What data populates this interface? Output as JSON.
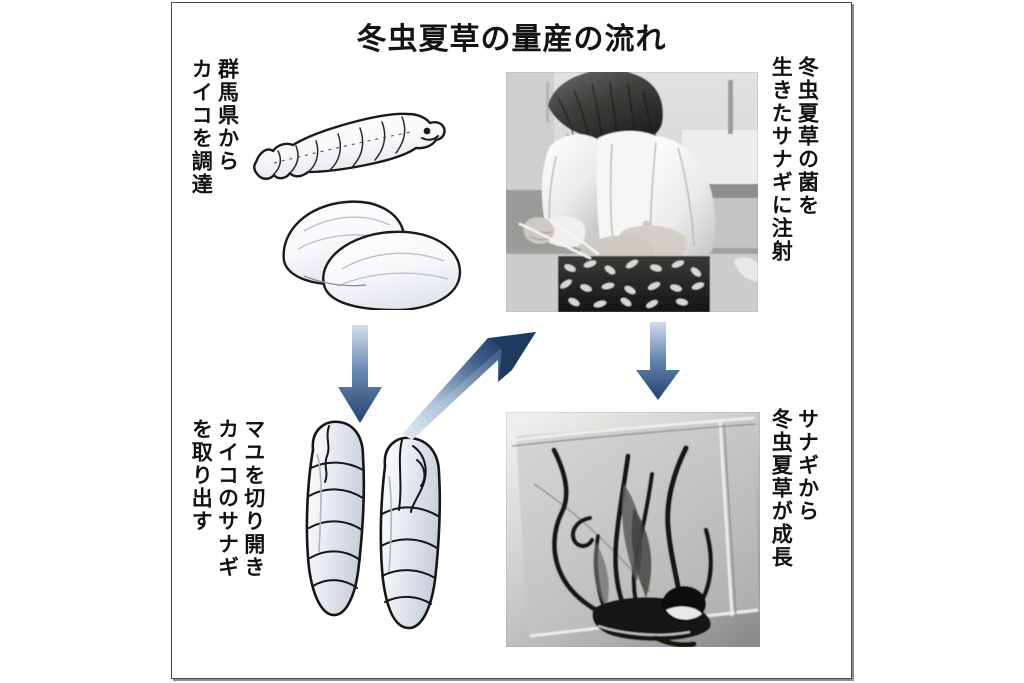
{
  "title": "冬虫夏草の量産の流れ",
  "frame": {
    "border_color": "#4a4a4a",
    "background": "#ffffff"
  },
  "accent_colors": {
    "arrow_dark": "#23416b",
    "arrow_light": "#c8d7ea",
    "text": "#121212",
    "illustration_fill": "#f2f4f7",
    "illustration_shade": "#c8cfda",
    "illustration_outline": "#1a1a1a"
  },
  "steps": [
    {
      "id": "procure",
      "order": 1,
      "caption_lines": [
        "群馬県から",
        "カイコを調達"
      ],
      "media_type": "illustration",
      "media_name": "silkworm-larva-and-cocoons"
    },
    {
      "id": "extract",
      "order": 2,
      "caption_lines": [
        "マユを切り開き",
        "カイコのサナギ",
        "を取り出す"
      ],
      "media_type": "illustration",
      "media_name": "silkworm-pupae"
    },
    {
      "id": "inject",
      "order": 3,
      "caption_lines": [
        "冬虫夏草の菌を",
        "生きたサナギに注射"
      ],
      "media_type": "photo",
      "media_name": "researcher-injecting-pupae-photo"
    },
    {
      "id": "grow",
      "order": 4,
      "caption_lines": [
        "サナギから",
        "冬虫夏草が成長"
      ],
      "media_type": "photo",
      "media_name": "cordyceps-growing-photo"
    }
  ],
  "arrows": [
    {
      "id": "down-left",
      "direction": "down",
      "from": "procure",
      "to": "extract"
    },
    {
      "id": "diagonal",
      "direction": "up-right",
      "from": "extract",
      "to": "inject"
    },
    {
      "id": "down-right",
      "direction": "down",
      "from": "inject",
      "to": "grow"
    }
  ]
}
